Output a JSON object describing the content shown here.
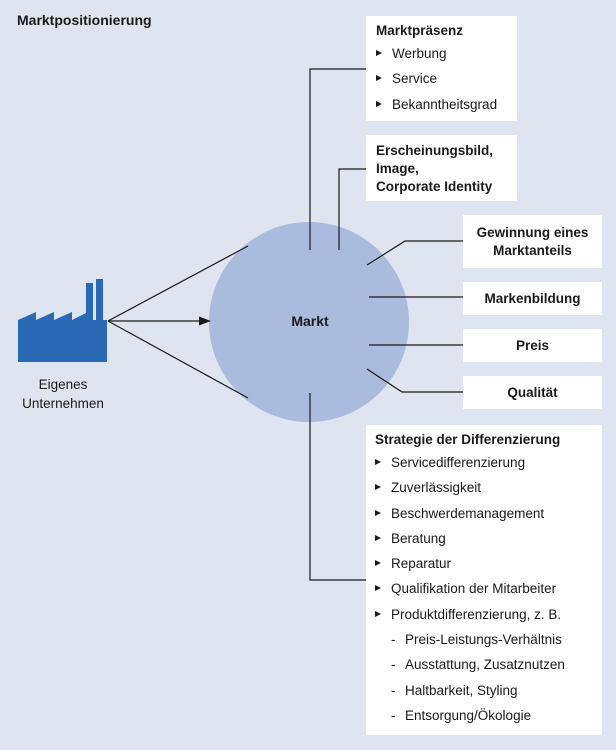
{
  "title": "Marktpositionierung",
  "center_label": "Markt",
  "company_label": "Eigenes\nUnternehmen",
  "colors": {
    "background": "#dfe4f1",
    "circle": "#aabbdd",
    "factory": "#2a6ab4",
    "box": "#ffffff"
  },
  "icons": {
    "factory": "factory-icon"
  },
  "marktpraesenz": {
    "heading": "Marktpräsenz",
    "items": [
      "Werbung",
      "Service",
      "Bekanntheitsgrad"
    ]
  },
  "erscheinungsbild": {
    "heading": "Erscheinungsbild,\nImage,\nCorporate Identity"
  },
  "right_boxes": {
    "gewinnung": "Gewinnung eines\nMarktanteils",
    "markenbildung": "Markenbildung",
    "preis": "Preis",
    "qualitaet": "Qualität"
  },
  "strategie": {
    "heading": "Strategie der Differenzierung",
    "items": [
      "Servicedifferenzierung",
      "Zuverlässigkeit",
      "Beschwerdemanagement",
      "Beratung",
      "Reparatur",
      "Qualifikation der Mitarbeiter",
      "Produktdifferenzierung, z. B."
    ],
    "sub_items": [
      "Preis-Leistungs-Verhältnis",
      "Ausstattung, Zusatznutzen",
      "Haltbarkeit, Styling",
      "Entsorgung/Ökologie"
    ]
  }
}
